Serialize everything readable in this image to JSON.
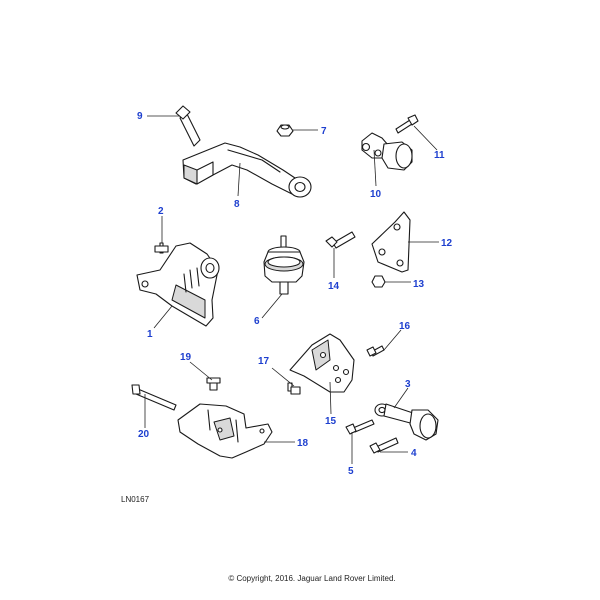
{
  "diagram": {
    "reference_code": "LN0167",
    "copyright": "© Copyright, 2016. Jaguar Land Rover Limited.",
    "callouts": {
      "c1": "1",
      "c2": "2",
      "c3": "3",
      "c4": "4",
      "c5": "5",
      "c6": "6",
      "c7": "7",
      "c8": "8",
      "c9": "9",
      "c10": "10",
      "c11": "11",
      "c12": "12",
      "c13": "13",
      "c14": "14",
      "c15": "15",
      "c16": "16",
      "c17": "17",
      "c18": "18",
      "c19": "19",
      "c20": "20"
    },
    "colors": {
      "callout": "#1d3fcf",
      "line": "#1a1a1a"
    }
  }
}
